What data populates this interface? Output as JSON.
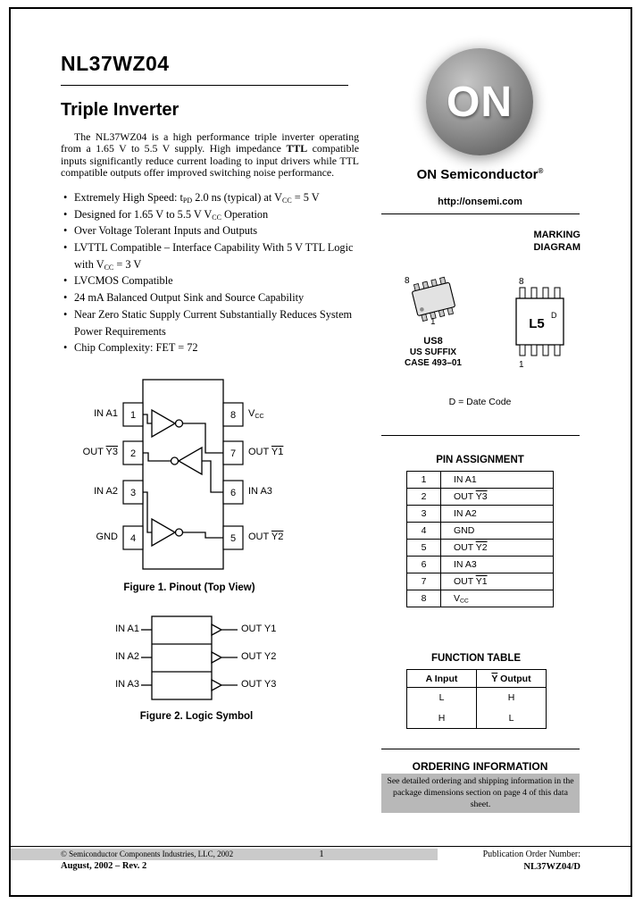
{
  "colors": {
    "logo_gray": "#909090",
    "highlight": "#b8b8b8",
    "footer_strip": "#cacaca"
  },
  "page": {
    "part_number": "NL37WZ04",
    "title": "Triple Inverter",
    "intro": "The NL37WZ04 is a high performance triple inverter operating from a 1.65 V to 5.5 V supply. High impedance *TTL* compatible inputs significantly reduce current loading to input drivers while TTL compatible outputs offer improved switching noise performance.",
    "features": [
      "Extremely High Speed: t~PD~ 2.0 ns (typical) at V~CC~ = 5 V",
      "Designed for 1.65 V to 5.5 V V~CC~ Operation",
      "Over Voltage Tolerant Inputs and Outputs",
      "LVTTL Compatible – Interface Capability With 5 V TTL Logic with V~CC~ = 3 V",
      "LVCMOS Compatible",
      "24 mA Balanced Output Sink and Source Capability",
      "Near Zero Static Supply Current Substantially Reduces System Power Requirements",
      "Chip Complexity: FET = 72"
    ]
  },
  "brand": {
    "logo_text": "ON",
    "company": "ON Semiconductor",
    "registered": "®",
    "url": "http://onsemi.com"
  },
  "marking": {
    "title_line1": "MARKING",
    "title_line2": "DIAGRAM",
    "package_name": "US8",
    "suffix": "US SUFFIX",
    "case": "CASE 493–01",
    "chip_mark": "L5",
    "date_code_letter": "D",
    "pin8": "8",
    "pin1": "1",
    "legend": "D = Date Code"
  },
  "figure1": {
    "caption": "Figure 1. Pinout (Top View)",
    "left_pins": [
      {
        "num": "1",
        "label": "IN A1"
      },
      {
        "num": "2",
        "label": "OUT |Y3|"
      },
      {
        "num": "3",
        "label": "IN A2"
      },
      {
        "num": "4",
        "label": "GND"
      }
    ],
    "right_pins": [
      {
        "num": "8",
        "label": "V~CC~"
      },
      {
        "num": "7",
        "label": "OUT |Y1|"
      },
      {
        "num": "6",
        "label": "IN A3"
      },
      {
        "num": "5",
        "label": "OUT |Y2|"
      }
    ]
  },
  "figure2": {
    "caption": "Figure 2. Logic Symbol",
    "inputs": [
      "IN A1",
      "IN A2",
      "IN A3"
    ],
    "outputs": [
      "OUT Y1",
      "OUT Y2",
      "OUT Y3"
    ]
  },
  "pin_assignment": {
    "title": "PIN ASSIGNMENT",
    "rows": [
      {
        "pin": "1",
        "name": "IN A1"
      },
      {
        "pin": "2",
        "name": "OUT |Y3|"
      },
      {
        "pin": "3",
        "name": "IN A2"
      },
      {
        "pin": "4",
        "name": "GND"
      },
      {
        "pin": "5",
        "name": "OUT |Y2|"
      },
      {
        "pin": "6",
        "name": "IN A3"
      },
      {
        "pin": "7",
        "name": "OUT |Y1|"
      },
      {
        "pin": "8",
        "name": "V~CC~"
      }
    ]
  },
  "function_table": {
    "title": "FUNCTION TABLE",
    "headers": [
      "A Input",
      "|Y| Output"
    ],
    "rows": [
      [
        "L",
        "H"
      ],
      [
        "H",
        "L"
      ]
    ]
  },
  "ordering": {
    "title": "ORDERING INFORMATION",
    "text": "See detailed ordering and shipping information in the package dimensions section on page 4 of this data sheet."
  },
  "footer": {
    "copyright": "© Semiconductor Components Industries, LLC, 2002",
    "date_rev": "August, 2002 – Rev. 2",
    "page_number": "1",
    "pub_label": "Publication Order Number:",
    "pub_number": "NL37WZ04/D"
  }
}
